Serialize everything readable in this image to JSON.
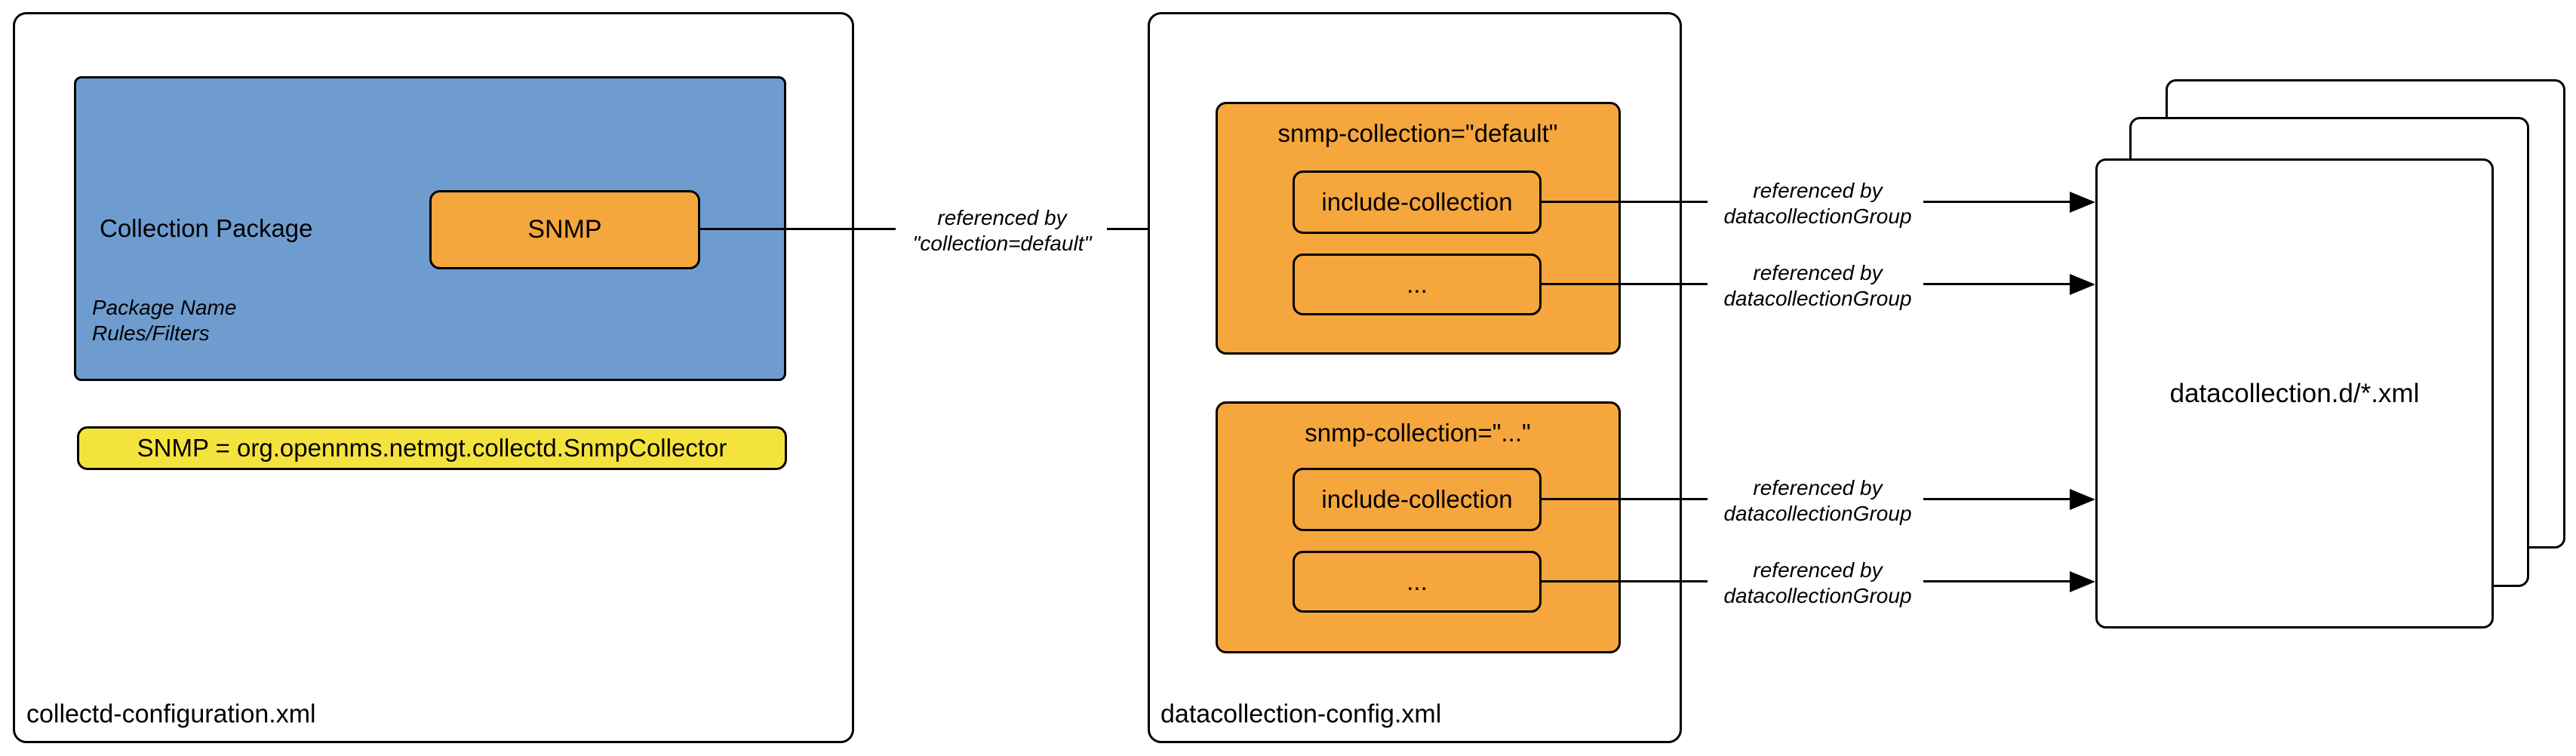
{
  "colors": {
    "package_blue": "#6E9CCF",
    "collection_orange": "#F5A63C",
    "mapping_yellow": "#F5E33D",
    "stroke_black": "#000000"
  },
  "collectd_file": {
    "file_label": "collectd-configuration.xml",
    "package": {
      "title": "Collection Package",
      "meta_line1": "Package Name",
      "meta_line2": "Rules/Filters",
      "service_label": "SNMP"
    },
    "mapping_note": "SNMP = org.opennms.netmgt.collectd.SnmpCollector"
  },
  "collection_arrow": {
    "line1": "referenced by",
    "line2": "\"collection=default\""
  },
  "datacollection_file": {
    "file_label": "datacollection-config.xml",
    "groups": [
      {
        "title": "snmp-collection=\"default\"",
        "items": [
          "include-collection",
          "..."
        ]
      },
      {
        "title": "snmp-collection=\"...\"",
        "items": [
          "include-collection",
          "..."
        ]
      }
    ]
  },
  "group_arrows": [
    {
      "line1": "referenced by",
      "line2": "datacollectionGroup"
    },
    {
      "line1": "referenced by",
      "line2": "datacollectionGroup"
    },
    {
      "line1": "referenced by",
      "line2": "datacollectionGroup"
    },
    {
      "line1": "referenced by",
      "line2": "datacollectionGroup"
    }
  ],
  "datafiles": {
    "label": "datacollection.d/*.xml"
  }
}
